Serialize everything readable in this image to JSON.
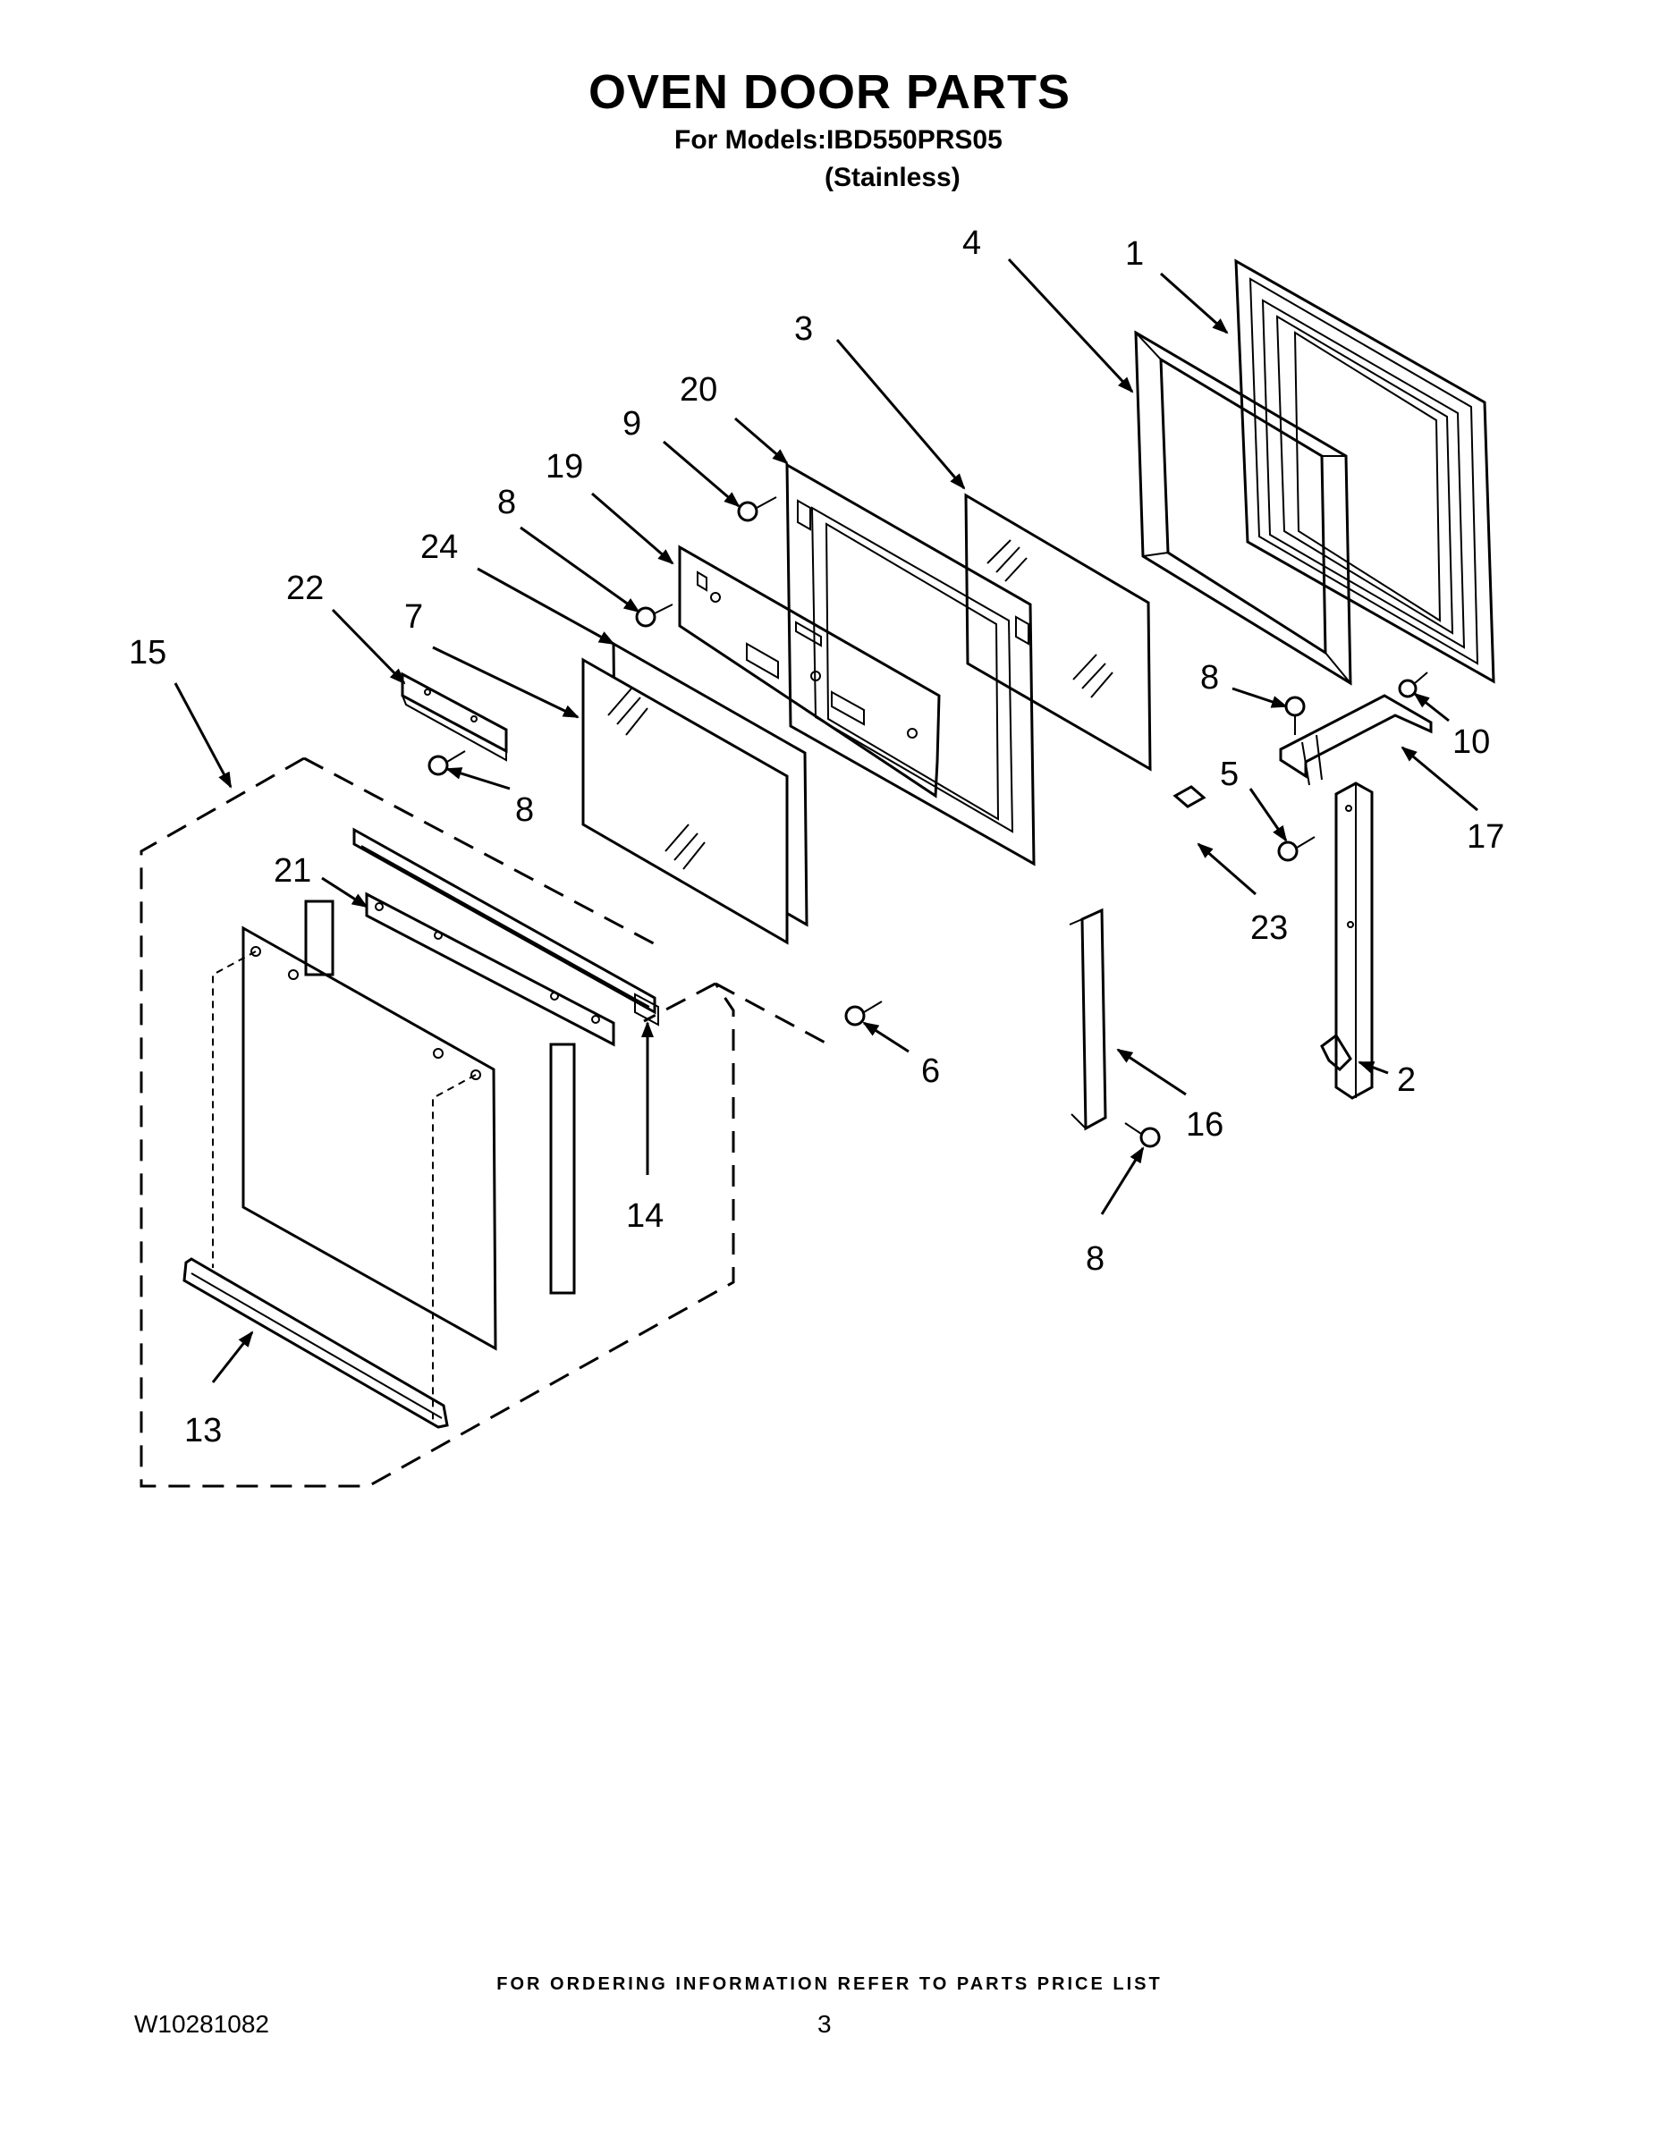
{
  "header": {
    "title": "OVEN DOOR PARTS",
    "models_line": "For Models:IBD550PRS05",
    "finish_line": "(Stainless)"
  },
  "callouts": {
    "c1": "1",
    "c2": "2",
    "c3": "3",
    "c4": "4",
    "c5": "5",
    "c6": "6",
    "c7": "7",
    "c8": "8",
    "c9": "9",
    "c10": "10",
    "c13": "13",
    "c14": "14",
    "c15": "15",
    "c16": "16",
    "c17": "17",
    "c19": "19",
    "c20": "20",
    "c21": "21",
    "c22": "22",
    "c23": "23",
    "c24": "24"
  },
  "footer": {
    "ordering_note": "FOR ORDERING INFORMATION REFER TO PARTS PRICE LIST",
    "document_number": "W10281082",
    "page_number": "3"
  }
}
